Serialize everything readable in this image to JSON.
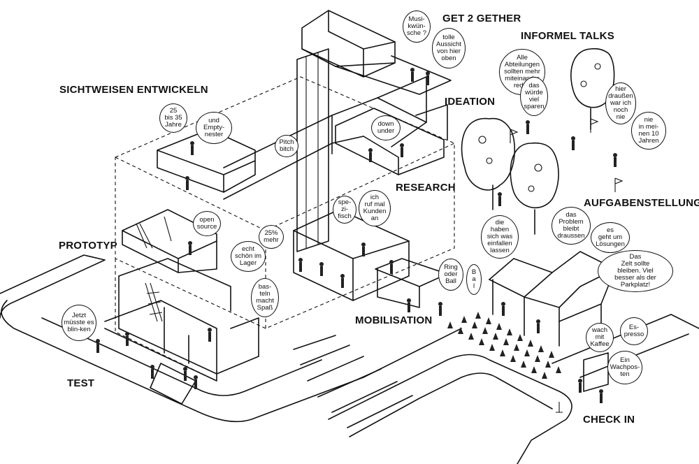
{
  "labels": {
    "get2gether": "GET 2 GETHER",
    "informel_talks": "INFORMEL TALKS",
    "sichtweisen": "SICHTWEISEN ENTWICKELN",
    "ideation": "IDEATION",
    "research": "RESEARCH",
    "aufgabenstellung": "AUFGABENSTELLUNG",
    "prototyp": "PROTOTYP",
    "mobilisation": "MOBILISATION",
    "test": "TEST",
    "check_in": "CHECK IN"
  },
  "bubbles": {
    "musikwuensche": "Musi-\nkwün-\nsche ?",
    "aussicht": "tolle\nAussicht\nvon hier\noben",
    "abteilungen": "Alle\nAbteilungen\nsollten mehr\nmiteinander\nreden",
    "sparen": "das\nwürde\nviel\nsparen",
    "hier_draussen": "hier\ndraußen\nwar ich\nnoch\nnie",
    "nie_in_10": "nie\nin mei-\nnen 10\nJahren",
    "jahre": "25\nbis 35\nJahre",
    "emptynester": "und\nEmpty-\nnester",
    "down_under": "down\nunder",
    "pitch_bitch": "Pitch\nbitch",
    "spezifisch": "spe-\nzi-\nfisch",
    "kunden": "ich\nruf mal\nKunden\nan",
    "open_source": "open\nsource",
    "mehr25": "25%\nmehr",
    "lager": "echt\nschön im\nLager",
    "basteln": "bas-\nteln\nmacht\nSpaß",
    "problem": "das\nProblem\nbleibt\ndraussen",
    "loesungen": "es\ngeht um\nLösungen",
    "einfallen": "die\nhaben\nsich was\neinfallen\nlassen",
    "zelt": "Das\nZelt sollte\nbleiben. Viel\nbesser als  der\nParkplatz!",
    "ring_ball": "Ring\noder\nBall",
    "ba": "B\na\nl",
    "blinken": "Jetzt\nmüsste es\nblin-ken",
    "kaffee": "wach\nmit\nKaffee",
    "espresso": "Es-\npresso",
    "wachposten": "Ein\nWachpos-\nten"
  }
}
